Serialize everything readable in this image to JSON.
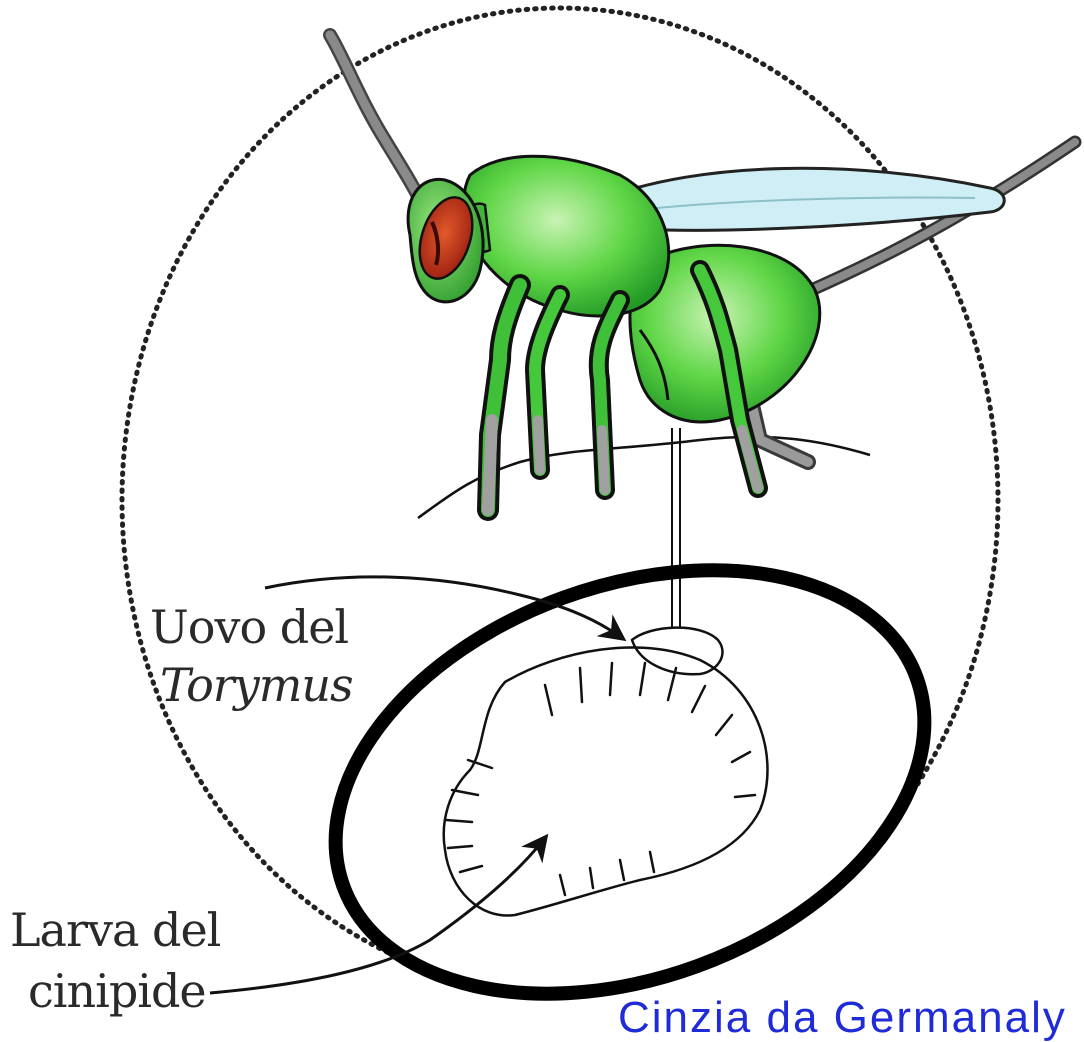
{
  "labels": {
    "egg_line1": "Uovo del",
    "egg_line2": "Torymus",
    "larva_line1": "Larva del",
    "larva_line2": "cinipide"
  },
  "credit": "Cinzia da Germanaly",
  "colors": {
    "wasp_body": "#4fd03a",
    "wasp_dark": "#1f8a1f",
    "wasp_eye": "#c0391c",
    "wing": "#cfeef5",
    "legs_antenna": "#8a8a8a",
    "gall_outline": "#000000",
    "credit_text": "#1f2bd6"
  }
}
